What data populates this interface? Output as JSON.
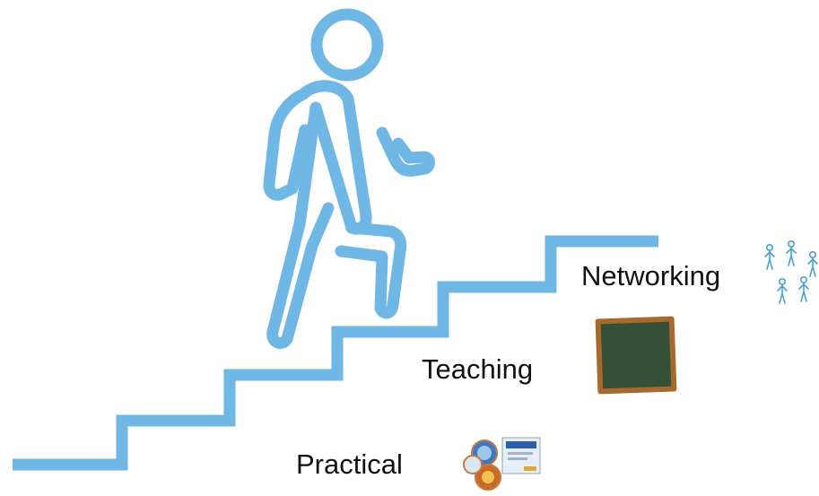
{
  "labels": {
    "networking": "Networking",
    "teaching": "Teaching",
    "practical": "Practical"
  },
  "colors": {
    "accent": "#6fb8e6",
    "text": "#111111",
    "board_frame": "#a86a2c",
    "board_surface": "#2f4a34",
    "people": "#4a9fd6"
  },
  "icons": {
    "climber": "person-climbing-stairs-icon",
    "networking": "people-group-icon",
    "teaching": "chalkboard-icon",
    "practical": "screenshots-stack-icon"
  }
}
